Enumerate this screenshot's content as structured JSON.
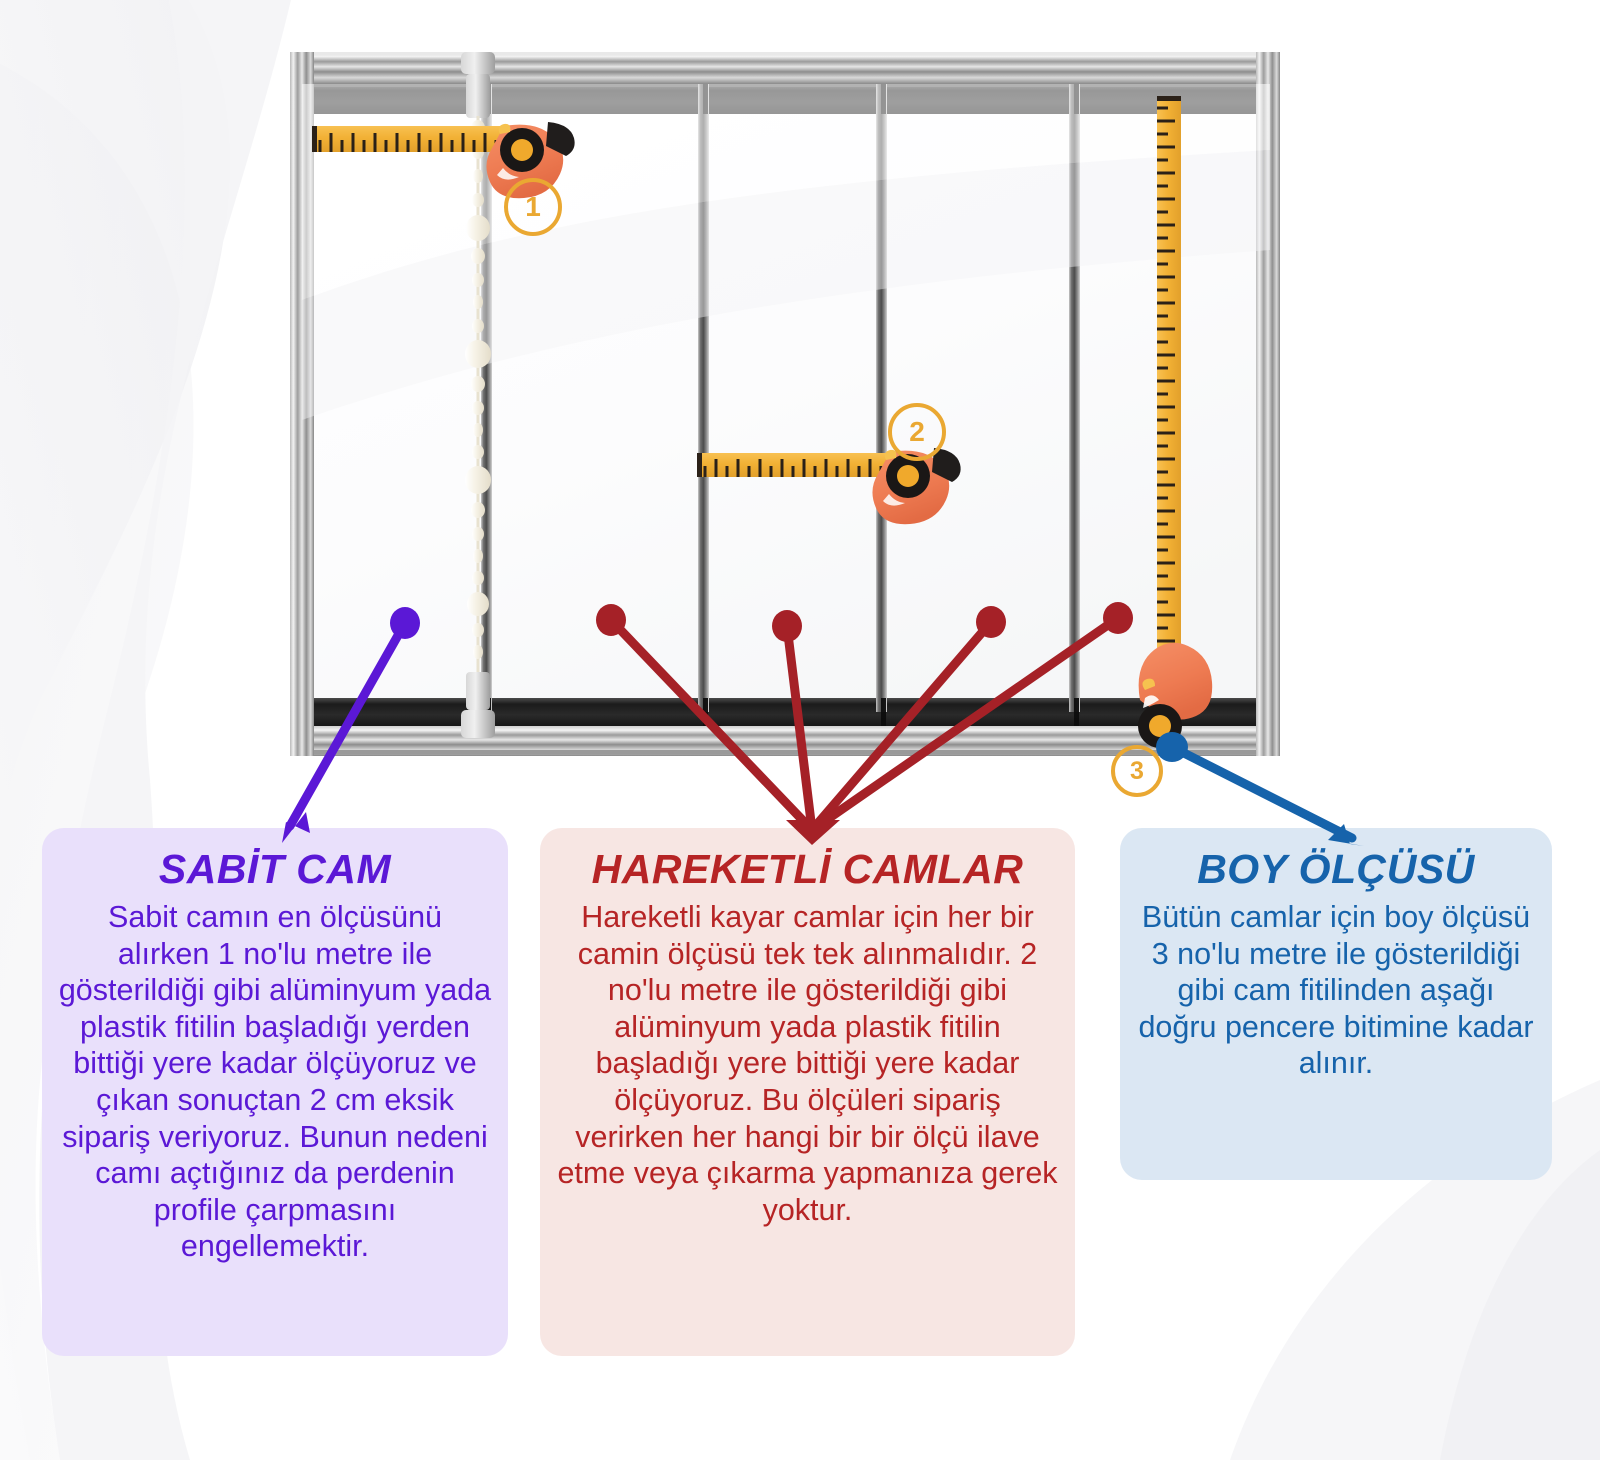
{
  "diagram": {
    "title_alt": "cam balkon olcu alma semasi",
    "markers": [
      {
        "id": "1",
        "label": "1",
        "role": "sabit-cam-en-olcusu"
      },
      {
        "id": "2",
        "label": "2",
        "role": "hareketli-cam-en-olcusu"
      },
      {
        "id": "3",
        "label": "3",
        "role": "boy-olcusu"
      }
    ],
    "icons": {
      "tape_measure": "tape-measure-icon",
      "bead_chain": "bead-chain-icon",
      "window_frame": "sliding-glass-window-icon"
    }
  },
  "colors": {
    "purple": "#5b18d6",
    "purple_card_bg": "#e9e0fb",
    "red": "#b62425",
    "red_card_bg": "#f7e6e3",
    "blue": "#1663ab",
    "blue_card_bg": "#dbe7f3",
    "marker_orange": "#eaa832",
    "tape_yellow": "#f3b236",
    "tape_body_orange": "#ee7b52"
  },
  "cards": [
    {
      "key": "sabit",
      "title": "SABİT CAM",
      "body": "Sabit camın en ölçüsünü alırken 1 no'lu metre ile gösterildiği gibi alüminyum yada plastik fitilin başladığı yerden bittiği yere kadar ölçüyoruz ve çıkan sonuçtan 2 cm eksik sipariş veriyoruz. Bunun nedeni camı açtığınız da perdenin profile çarpmasını engellemektir."
    },
    {
      "key": "hareketli",
      "title": "HAREKETLİ CAMLAR",
      "body": "Hareketli kayar camlar için her bir camin ölçüsü tek tek alınmalıdır. 2 no'lu metre ile gösterildiği gibi alüminyum yada plastik fitilin başladığı yere bittiği yere kadar ölçüyoruz. Bu ölçüleri sipariş verirken her hangi bir bir ölçü ilave etme veya çıkarma yapmanıza gerek yoktur."
    },
    {
      "key": "boy",
      "title": "BOY ÖLÇÜSÜ",
      "body": "Bütün camlar için boy ölçüsü 3 no'lu metre ile gösterildiği gibi cam fitilinden aşağı doğru pencere bitimine kadar alınır."
    }
  ]
}
